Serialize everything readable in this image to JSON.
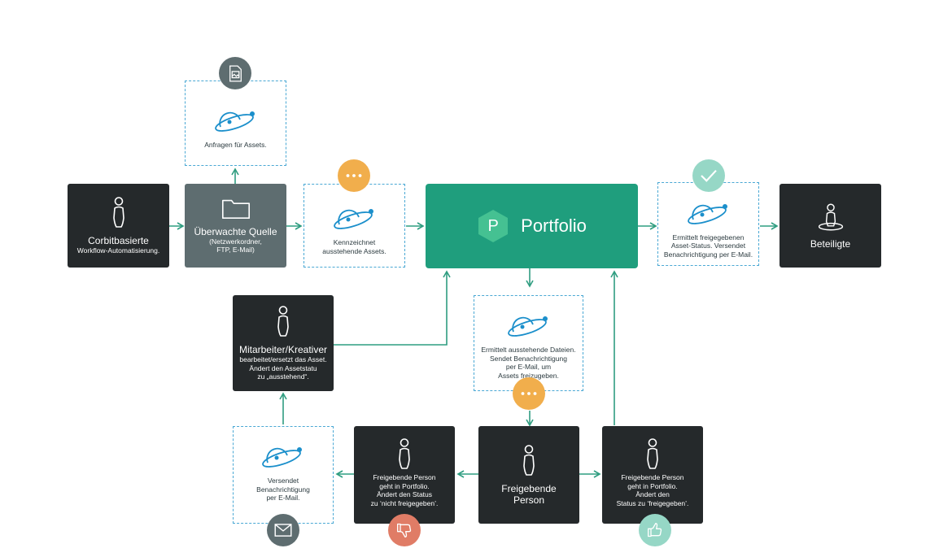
{
  "colors": {
    "dark": "#25292b",
    "gray": "#5e6d70",
    "brand_green": "#1f9e7d",
    "arrow": "#2f9d80",
    "dashed_border": "#4aa8d4",
    "orange": "#f1ae4c",
    "mint": "#96d7c6",
    "red": "#e07c66",
    "badge_gray": "#5e6d70"
  },
  "nodes": {
    "corbit": {
      "title": "Corbitbasierte",
      "subtitle": "Workflow-Automatisierung."
    },
    "source": {
      "title": "Überwachte Quelle",
      "subtitle": "(Netzwerkordner,\nFTP, E-Mail)"
    },
    "requests": {
      "text": "Anfragen für Assets."
    },
    "mark": {
      "text": "Kennzeichnet\nausstehende Assets."
    },
    "portfolio": {
      "label": "Portfolio",
      "logo_letter": "P"
    },
    "approved_status": {
      "text": "Ermittelt freigegebenen\nAsset-Status. Versendet\nBenachrichtigung per E-Mail."
    },
    "participants": {
      "title": "Beteiligte"
    },
    "pending_files": {
      "text": "Ermittelt ausstehende Dateien.\nSendet Benachrichtigung\nper E-Mail, um\nAssets freizugeben."
    },
    "creative": {
      "title": "Mitarbeiter/Kreativer",
      "subtitle": "bearbeitet/ersetzt das Asset.\nÄndert den Assetstatu\nzu „ausstehend“."
    },
    "approver": {
      "title": "Freigebende\nPerson"
    },
    "not_approved": {
      "text": "Freigebende Person\ngeht in Portfolio.\nÄndert den Status\nzu ‘nicht freigegeben’."
    },
    "approved": {
      "text": "Freigebende Person\ngeht in Portfolio.\nÄndert den\nStatus zu ‘freigegeben’."
    },
    "notify": {
      "text": "Versendet\nBenachrichtigung\nper E-Mail."
    }
  },
  "badges": {
    "document": "document-image-icon",
    "pending_top": "ellipsis-icon",
    "check": "check-icon",
    "pending_mid": "ellipsis-icon",
    "thumbs_down": "thumbs-down-icon",
    "thumbs_up": "thumbs-up-icon",
    "mail": "envelope-icon"
  }
}
